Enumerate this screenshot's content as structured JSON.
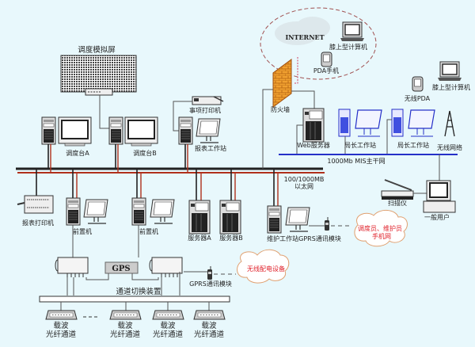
{
  "labels": {
    "sim_screen": "调度模拟屏",
    "console_a": "调度台A",
    "console_b": "调度台B",
    "event_printer": "事项打印机",
    "report_station": "报表工作站",
    "firewall": "防火墙",
    "internet": "INTERNET",
    "laptop_internet": "膝上型计算机",
    "pda_phone": "PDA手机",
    "wireless_pda": "无线PDA",
    "laptop_wireless": "膝上型计算机",
    "web_server": "Web服务器",
    "director_station_1": "局长工作站",
    "director_station_2": "局长工作站",
    "wireless_network": "无线网络",
    "mis_backbone": "1000Mb MIS主干网",
    "ethernet_1": "100/1000MB",
    "ethernet_2": "以太网",
    "scanner": "扫描仪",
    "general_user": "一般用户",
    "report_printer": "报表打印机",
    "front_end_1": "前置机",
    "front_end_2": "前置机",
    "server_a": "服务器A",
    "server_b": "服务器B",
    "maintenance_station": "维护工作站GPRS通讯模块",
    "phone_network_1": "调度员、维护员",
    "phone_network_2": "手机网",
    "gps": "GPS",
    "gprs_module": "GPRS通讯模块",
    "wireless_distribution": "无线配电设备",
    "channel_switch": "通道切换装置",
    "carrier_1": "载波",
    "fiber_1": "光纤通道",
    "carrier_2": "载波",
    "fiber_2": "光纤通道",
    "carrier_3": "载波",
    "fiber_3": "光纤通道",
    "carrier_4": "载波",
    "fiber_4": "光纤通道"
  },
  "colors": {
    "background": "#e8f8fc",
    "main_bus": "#222222",
    "main_bus_red": "#b0301c",
    "mis_bus": "#2530c8",
    "firewall": "#f0a030",
    "cloud_text": "#e0202a"
  }
}
